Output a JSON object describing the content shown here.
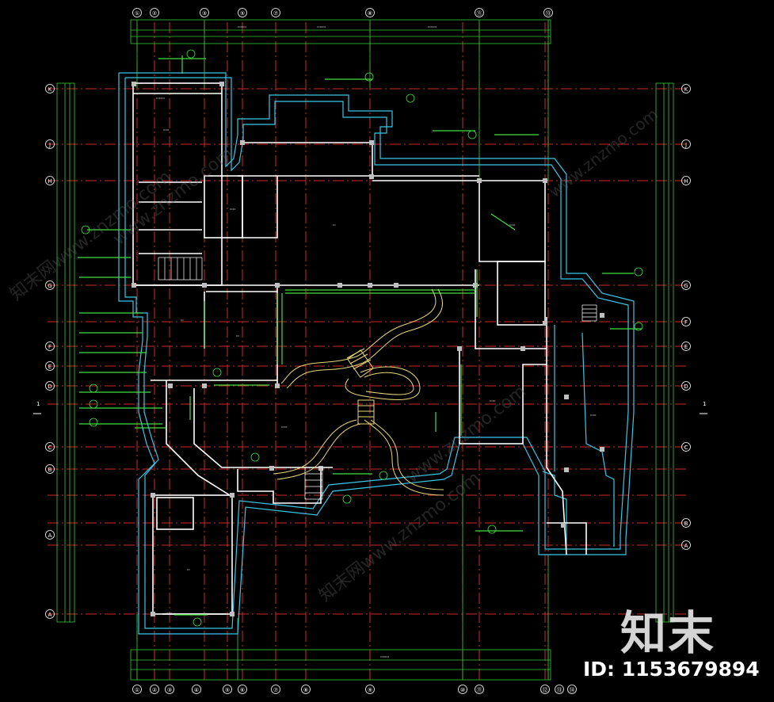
{
  "drawing": {
    "grid_labels_top": [
      "①",
      "②",
      "③",
      "⑤",
      "⑦",
      "⑧",
      "⑪",
      "⑬"
    ],
    "grid_labels_bottom": [
      "①",
      "②",
      "③",
      "④",
      "⑤",
      "⑥",
      "⑦",
      "⑧",
      "⑨",
      "⑩",
      "⑪",
      "⑫",
      "⑬",
      "⑭"
    ],
    "grid_labels_left": [
      "K",
      "J",
      "H",
      "G",
      "F",
      "E",
      "D",
      "C",
      "B",
      "A",
      "A"
    ],
    "grid_labels_right": [
      "K",
      "J",
      "H",
      "G",
      "F",
      "E",
      "D",
      "C",
      "B",
      "A"
    ],
    "section_mark_left": "1",
    "section_mark_right": "1",
    "colors": {
      "background": "#000000",
      "axis_red": "#cc2a2a",
      "wall_white": "#ffffff",
      "dimension_green": "#33cc33",
      "outline_cyan": "#37c8e8",
      "path_yellow": "#e8d87a",
      "annotation_green": "#3fe03f"
    },
    "diagonal_watermarks": [
      "www.znzmo.com",
      "知末网www.znzmo.com",
      "www.znzmo.com",
      "知末网www.znzmo.com",
      "www.znzmo.com"
    ]
  },
  "watermark": {
    "brand": "知末",
    "id": "ID: 1153679894"
  }
}
